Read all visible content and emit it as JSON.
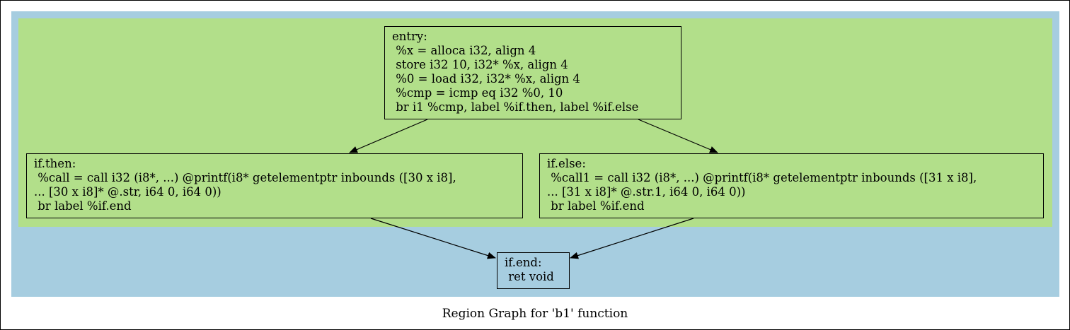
{
  "graph": {
    "caption": "Region Graph for 'b1' function",
    "colors": {
      "outer_region": "#a6cde0",
      "inner_region": "#b2df8a",
      "edge": "#000000"
    },
    "nodes": {
      "entry": {
        "text": "entry:\n %x = alloca i32, align 4\n store i32 10, i32* %x, align 4\n %0 = load i32, i32* %x, align 4\n %cmp = icmp eq i32 %0, 10\n br i1 %cmp, label %if.then, label %if.else"
      },
      "if_then": {
        "text": "if.then:\n %call = call i32 (i8*, ...) @printf(i8* getelementptr inbounds ([30 x i8],\n... [30 x i8]* @.str, i64 0, i64 0))\n br label %if.end"
      },
      "if_else": {
        "text": "if.else:\n %call1 = call i32 (i8*, ...) @printf(i8* getelementptr inbounds ([31 x i8],\n... [31 x i8]* @.str.1, i64 0, i64 0))\n br label %if.end"
      },
      "if_end": {
        "text": "if.end:\n ret void"
      }
    },
    "edges": [
      {
        "from": "entry",
        "to": "if.then"
      },
      {
        "from": "entry",
        "to": "if.else"
      },
      {
        "from": "if.then",
        "to": "if.end"
      },
      {
        "from": "if.else",
        "to": "if.end"
      }
    ]
  }
}
